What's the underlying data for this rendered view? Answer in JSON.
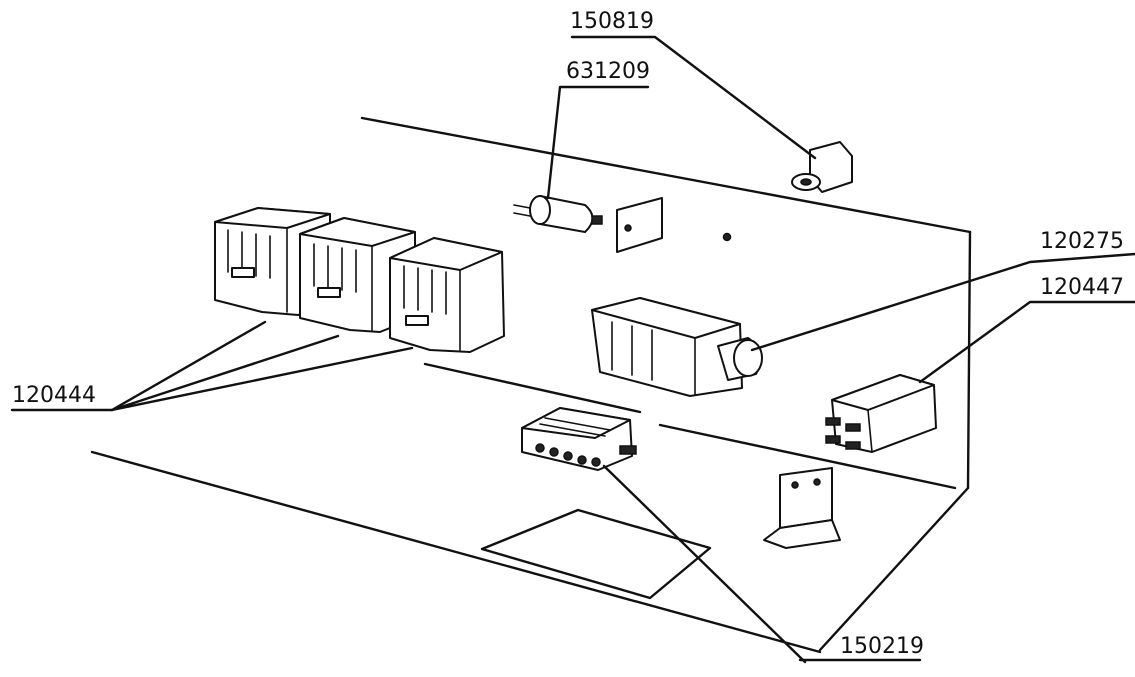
{
  "labels": {
    "p150819": "150819",
    "p631209": "631209",
    "p120275": "120275",
    "p120447": "120447",
    "p120444": "120444",
    "p150219": "150219"
  }
}
